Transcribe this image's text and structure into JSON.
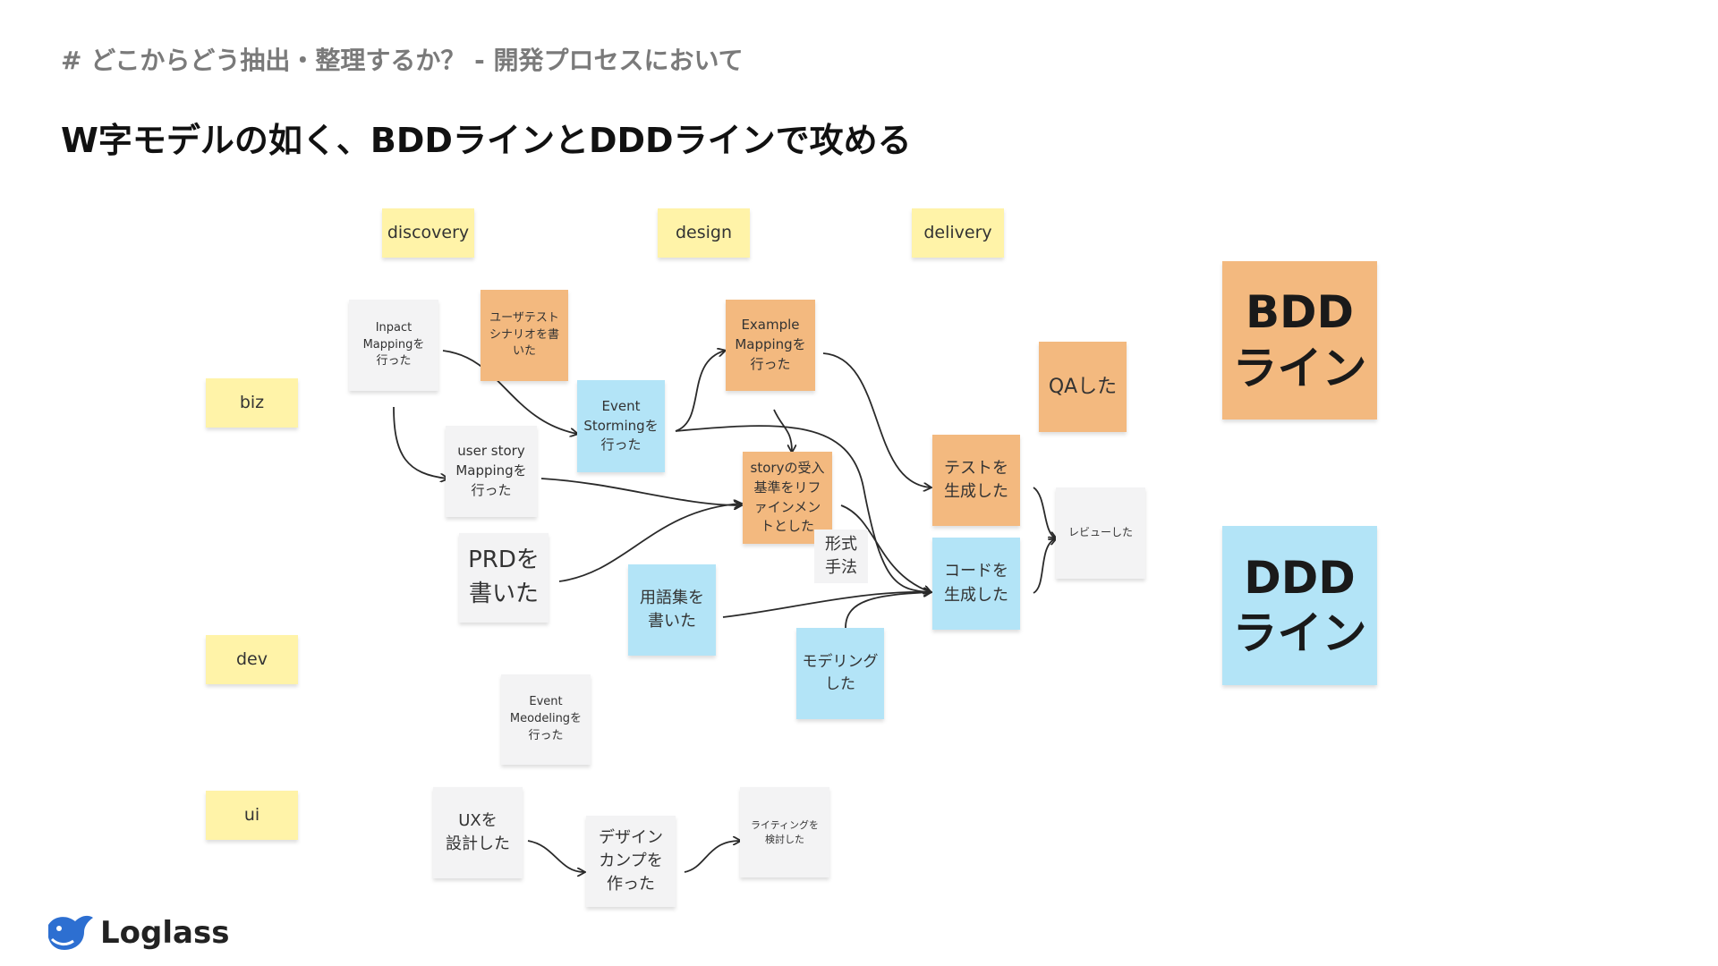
{
  "header": {
    "subtitle": "# どこからどう抽出・整理するか？ - 開発プロセスにおいて",
    "title": "W字モデルの如く、BDDラインとDDDラインで攻める"
  },
  "columns": {
    "discovery": "discovery",
    "design": "design",
    "delivery": "delivery"
  },
  "rows": {
    "biz": "biz",
    "dev": "dev",
    "ui": "ui"
  },
  "notes": {
    "impact_mapping": "Inpact\nMappingを\n行った",
    "user_test": "ユーザテスト\nシナリオを書\nいた",
    "example_mapping": "Example\nMappingを\n行った",
    "qa": "QAした",
    "event_storming": "Event\nStormingを\n行った",
    "user_story_mapping": "user story\nMappingを\n行った",
    "story_acceptance": "storyの受入\n基準をリフ\nァインメン\nトとした",
    "test_gen": "テストを\n生成した",
    "review": "レビューした",
    "formal": "形式\n手法",
    "prd": "PRDを\n書いた",
    "glossary": "用語集を\n書いた",
    "code_gen": "コードを\n生成した",
    "modeling": "モデリング\nした",
    "event_modeling": "Event\nMeodelingを\n行った",
    "ux_design": "UXを\n設計した",
    "design_comp": "デザイン\nカンプを\n作った",
    "writing": "ライティングを\n検討した"
  },
  "legend": {
    "bdd": "BDD\nライン",
    "ddd": "DDD\nライン"
  },
  "colors": {
    "sticky_yellow": "#fff3a8",
    "sticky_orange": "#f3b97f",
    "sticky_blue": "#b3e4f7",
    "sticky_gray": "#f3f3f4"
  },
  "logo": {
    "text": "Loglass",
    "icon": "whale-logo-icon"
  }
}
